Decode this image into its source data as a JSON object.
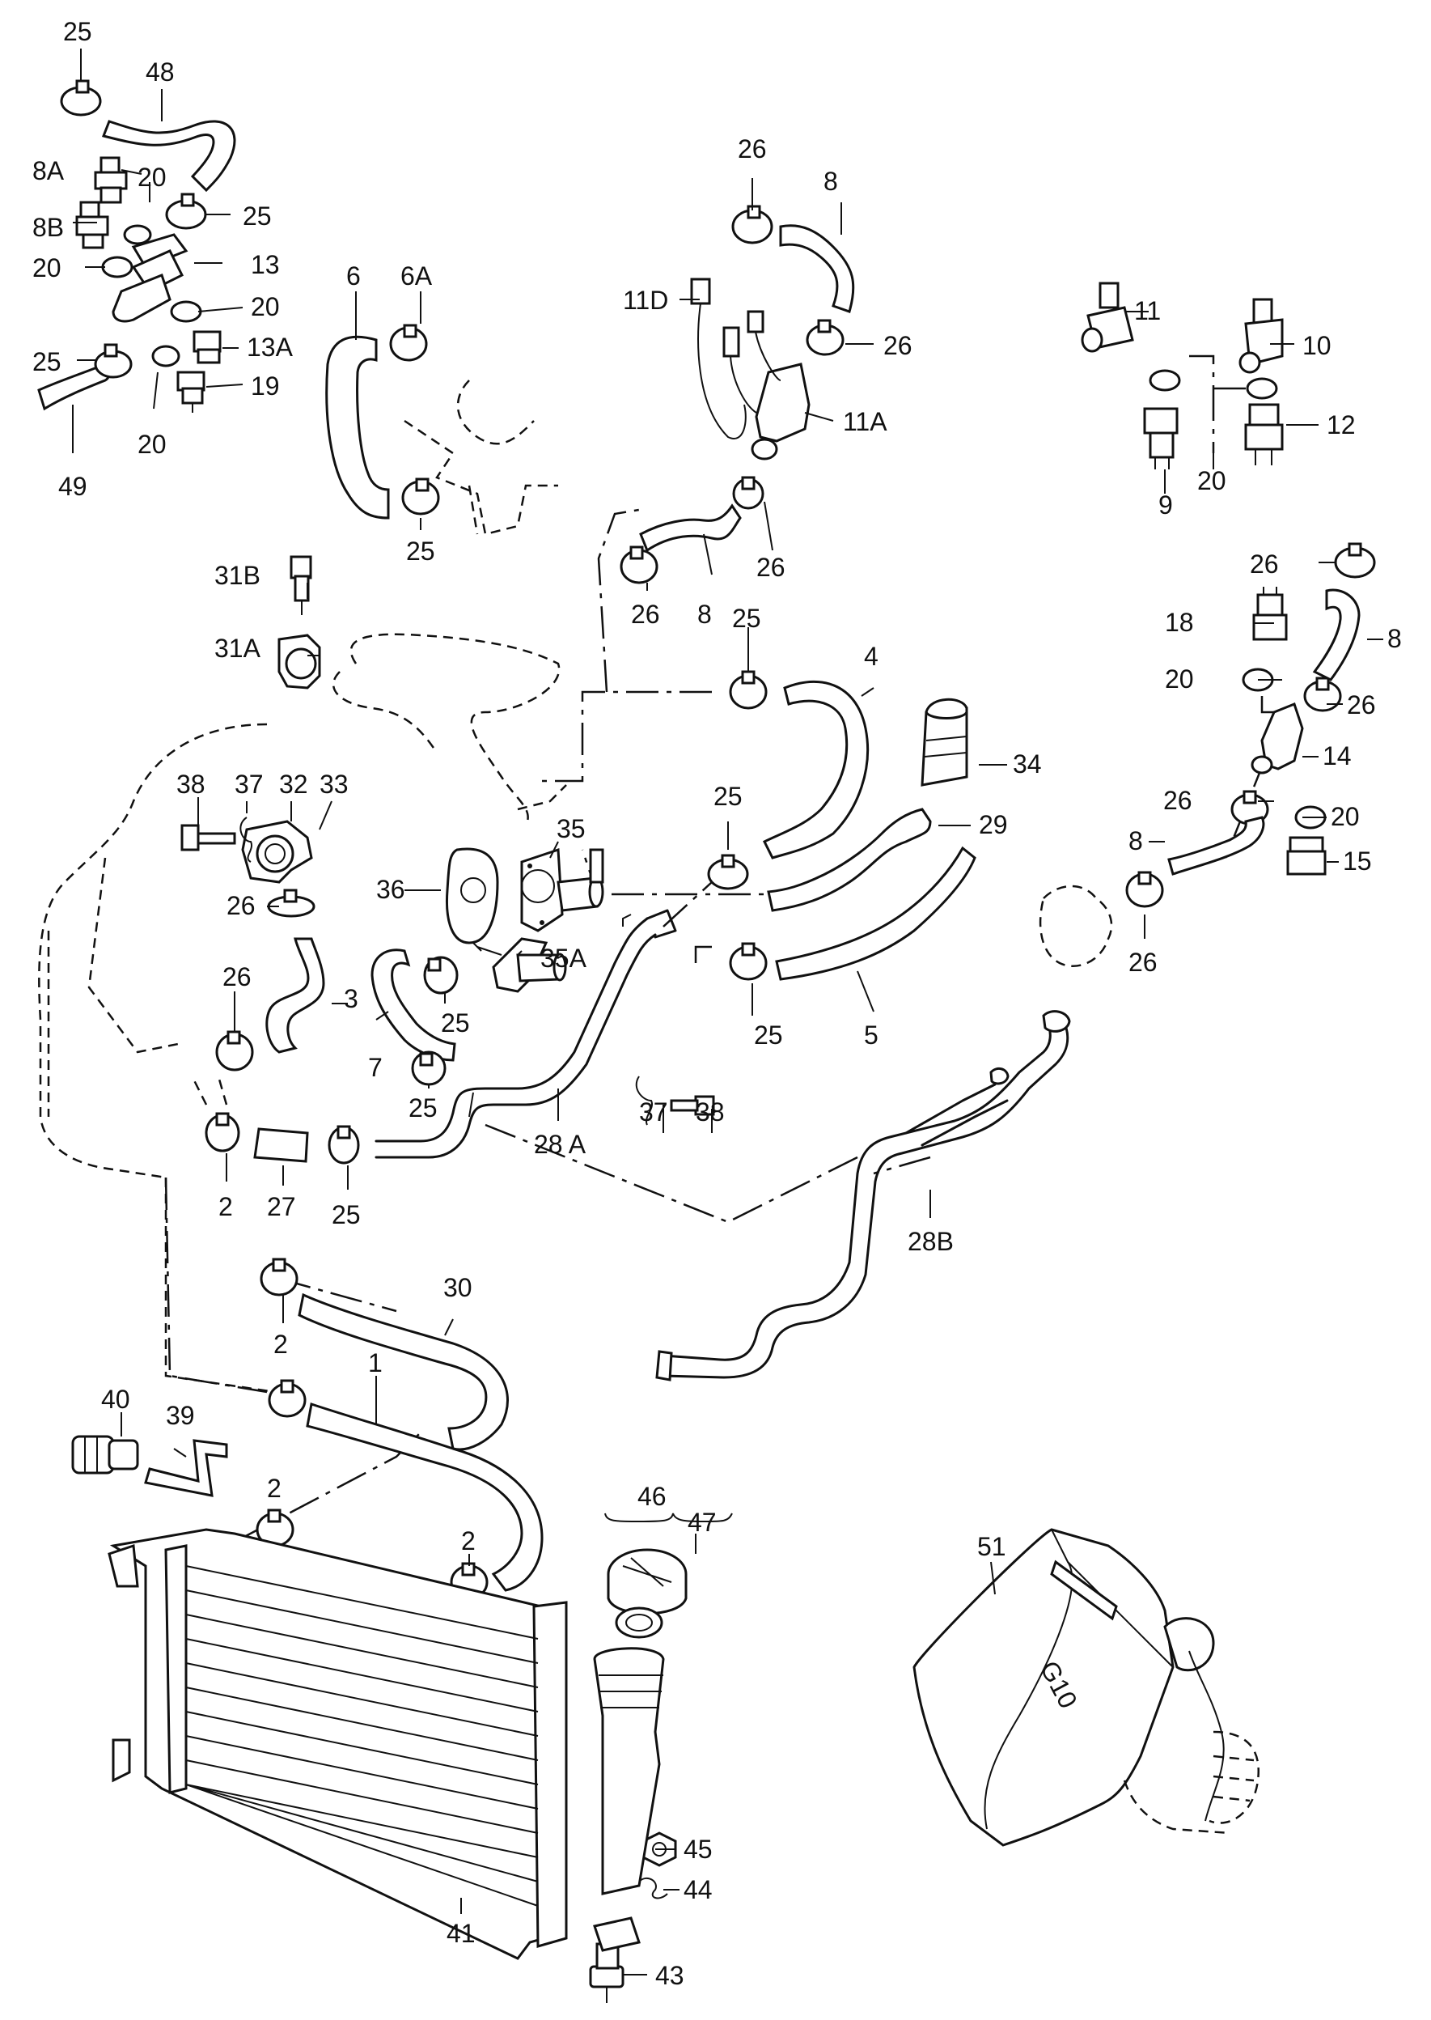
{
  "callouts": [
    {
      "text": "25"
    },
    {
      "text": "48"
    },
    {
      "text": "8A"
    },
    {
      "text": "20"
    },
    {
      "text": "25"
    },
    {
      "text": "8B"
    },
    {
      "text": "20"
    },
    {
      "text": "13"
    },
    {
      "text": "20"
    },
    {
      "text": "25"
    },
    {
      "text": "13A"
    },
    {
      "text": "19"
    },
    {
      "text": "20"
    },
    {
      "text": "49"
    },
    {
      "text": "6"
    },
    {
      "text": "6A"
    },
    {
      "text": "25"
    },
    {
      "text": "26"
    },
    {
      "text": "8"
    },
    {
      "text": "11D"
    },
    {
      "text": "26"
    },
    {
      "text": "11A"
    },
    {
      "text": "26"
    },
    {
      "text": "8"
    },
    {
      "text": "26"
    },
    {
      "text": "11"
    },
    {
      "text": "10"
    },
    {
      "text": "12"
    },
    {
      "text": "9"
    },
    {
      "text": "20"
    },
    {
      "text": "31B"
    },
    {
      "text": "31A"
    },
    {
      "text": "25"
    },
    {
      "text": "4"
    },
    {
      "text": "34"
    },
    {
      "text": "29"
    },
    {
      "text": "25"
    },
    {
      "text": "26"
    },
    {
      "text": "18"
    },
    {
      "text": "8"
    },
    {
      "text": "20"
    },
    {
      "text": "26"
    },
    {
      "text": "14"
    },
    {
      "text": "26"
    },
    {
      "text": "20"
    },
    {
      "text": "8"
    },
    {
      "text": "15"
    },
    {
      "text": "26"
    },
    {
      "text": "38"
    },
    {
      "text": "37"
    },
    {
      "text": "32"
    },
    {
      "text": "33"
    },
    {
      "text": "36"
    },
    {
      "text": "35"
    },
    {
      "text": "26"
    },
    {
      "text": "26"
    },
    {
      "text": "3"
    },
    {
      "text": "7"
    },
    {
      "text": "25"
    },
    {
      "text": "35A"
    },
    {
      "text": "25"
    },
    {
      "text": "5"
    },
    {
      "text": "25"
    },
    {
      "text": "37"
    },
    {
      "text": "38"
    },
    {
      "text": "28 A"
    },
    {
      "text": "2"
    },
    {
      "text": "27"
    },
    {
      "text": "25"
    },
    {
      "text": "28B"
    },
    {
      "text": "30"
    },
    {
      "text": "2"
    },
    {
      "text": "1"
    },
    {
      "text": "40"
    },
    {
      "text": "39"
    },
    {
      "text": "2"
    },
    {
      "text": "2"
    },
    {
      "text": "46"
    },
    {
      "text": "47"
    },
    {
      "text": "51"
    },
    {
      "text": "45"
    },
    {
      "text": "44"
    },
    {
      "text": "41"
    },
    {
      "text": "43"
    }
  ],
  "jug_marking": "G10"
}
